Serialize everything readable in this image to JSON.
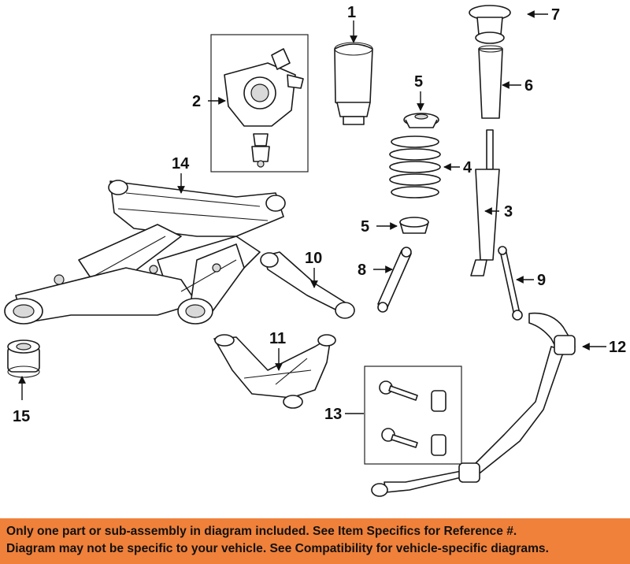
{
  "callouts": {
    "c1": "1",
    "c2": "2",
    "c3": "3",
    "c4": "4",
    "c5a": "5",
    "c5b": "5",
    "c6": "6",
    "c7": "7",
    "c8": "8",
    "c9": "9",
    "c10": "10",
    "c11": "11",
    "c12": "12",
    "c13": "13",
    "c14": "14",
    "c15": "15"
  },
  "banner": {
    "line1": "Only one part or sub-assembly in diagram included. See Item Specifics for Reference #.",
    "line2": "Diagram may not be specific to your vehicle. See Compatibility for vehicle-specific diagrams."
  },
  "colors": {
    "banner_background": "#f0813a",
    "line_art": "#1a1a1a",
    "background": "#ffffff"
  }
}
